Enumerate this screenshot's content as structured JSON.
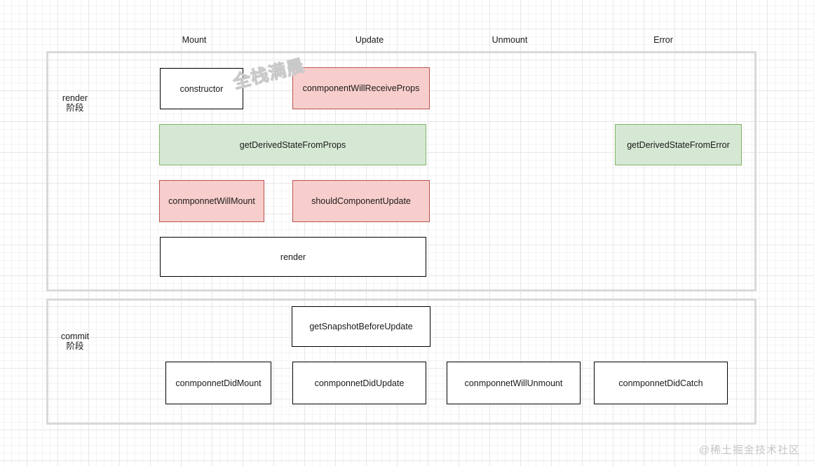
{
  "diagram": {
    "title_context": "React component lifecycle diagram",
    "columns": [
      {
        "label": "Mount"
      },
      {
        "label": "Update"
      },
      {
        "label": "Unmount"
      },
      {
        "label": "Error"
      }
    ],
    "sections": [
      {
        "label": "render\n阶段",
        "line1": "render",
        "line2": "阶段"
      },
      {
        "label": "commit\n阶段",
        "line1": "commit",
        "line2": "阶段"
      }
    ],
    "nodes": [
      {
        "label": "constructor",
        "kind": "white"
      },
      {
        "label": "conmponentWillReceiveProps",
        "kind": "pink"
      },
      {
        "label": "getDerivedStateFromProps",
        "kind": "green"
      },
      {
        "label": "getDerivedStateFromError",
        "kind": "green"
      },
      {
        "label": "conmponnetWillMount",
        "kind": "pink"
      },
      {
        "label": "shouldComponentUpdate",
        "kind": "pink"
      },
      {
        "label": "render",
        "kind": "white"
      },
      {
        "label": "getSnapshotBeforeUpdate",
        "kind": "white"
      },
      {
        "label": "conmponnetDidMount",
        "kind": "white"
      },
      {
        "label": "conmponnetDidUpdate",
        "kind": "white"
      },
      {
        "label": "conmponnetWillUnmount",
        "kind": "white"
      },
      {
        "label": "conmponnetDidCatch",
        "kind": "white"
      }
    ],
    "colors": {
      "pink_fill": "#f8cecc",
      "pink_border": "#b85450",
      "green_fill": "#d5e8d4",
      "green_border": "#82b366",
      "white_fill": "#ffffff",
      "white_border": "#000000",
      "container_border": "#d9d9d9",
      "grid_minor": "#f4f4f4",
      "grid_major": "#e7e7e7"
    }
  },
  "watermarks": {
    "center": "全栈满晨",
    "corner": "@稀土掘金技术社区"
  }
}
